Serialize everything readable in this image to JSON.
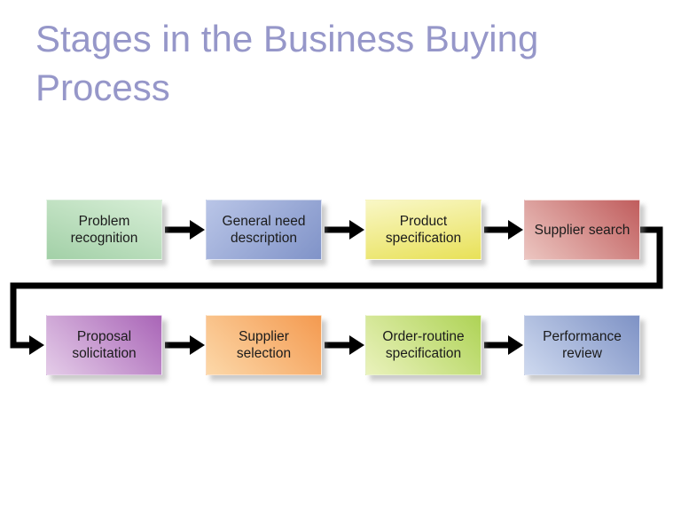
{
  "slide": {
    "title": "Stages in the Business Buying Process",
    "colors": {
      "background": "#ffffff",
      "title": "#9697c9",
      "arrow": "#000000",
      "box_text": "#1b1b1b"
    }
  },
  "flow": {
    "description": "Two rows of four stage boxes connected left-to-right by black arrows; a loop connector runs from Supplier search around the right edge, across, and into Proposal solicitation.",
    "stages": [
      {
        "label": "Problem recognition",
        "gradient": {
          "angle": "200deg",
          "from": "#d7eed6",
          "to": "#a2d0a7"
        }
      },
      {
        "label": "General need description",
        "gradient": {
          "angle": "135deg",
          "from": "#b9c5e7",
          "to": "#8093c8"
        }
      },
      {
        "label": "Product specification",
        "gradient": {
          "angle": "170deg",
          "from": "#f9f7c6",
          "to": "#e8e158"
        }
      },
      {
        "label": "Supplier search",
        "gradient": {
          "angle": "45deg",
          "from": "#ecc6c1",
          "to": "#c05d5d"
        }
      },
      {
        "label": "Proposal solicitation",
        "gradient": {
          "angle": "45deg",
          "from": "#e4cce8",
          "to": "#a965b7"
        }
      },
      {
        "label": "Supplier selection",
        "gradient": {
          "angle": "45deg",
          "from": "#fcd8a9",
          "to": "#f49a50"
        }
      },
      {
        "label": "Order-routine specification",
        "gradient": {
          "angle": "45deg",
          "from": "#eaf2bc",
          "to": "#aed356"
        }
      },
      {
        "label": "Performance review",
        "gradient": {
          "angle": "45deg",
          "from": "#ced9ef",
          "to": "#7e92c5"
        }
      }
    ]
  }
}
